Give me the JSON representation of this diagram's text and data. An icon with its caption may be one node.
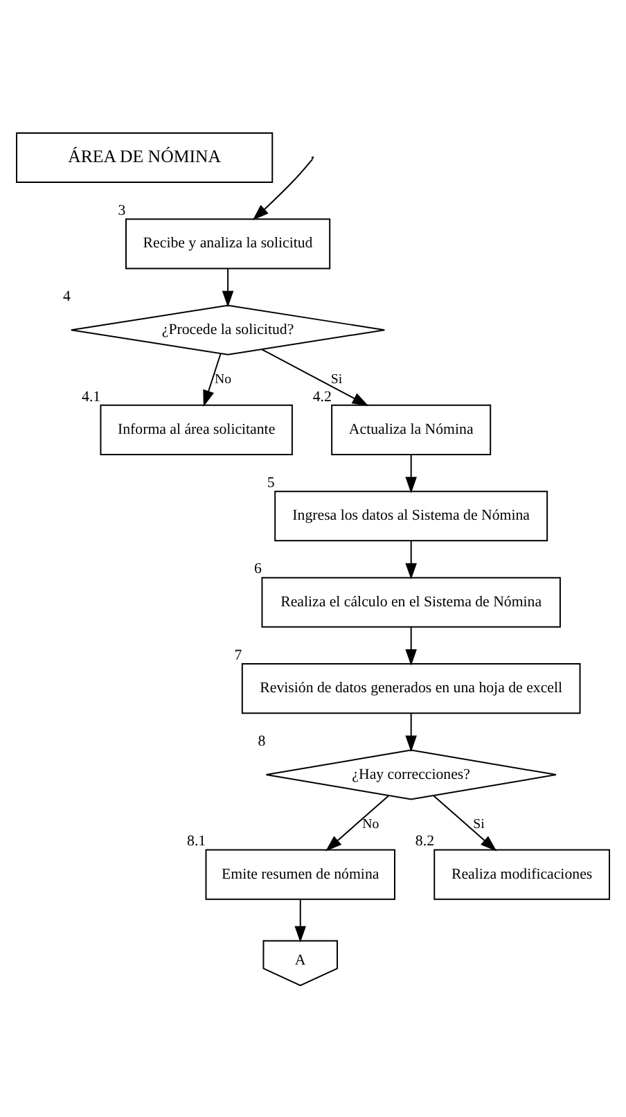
{
  "diagram": {
    "nodes": [
      {
        "text": [
          "ÁREA DE NÓMINA"
        ]
      },
      {
        "text": [
          "Recibe y analiza la solicitud"
        ],
        "beside": [
          "3"
        ]
      },
      {
        "text": [
          "¿Procede la solicitud?"
        ],
        "beside": [
          "4"
        ]
      },
      {
        "text": [
          "Informa al área solicitante"
        ],
        "beside": [
          "4.1"
        ]
      },
      {
        "text": [
          "Actualiza la Nómina"
        ],
        "beside": [
          "4.2"
        ]
      },
      {
        "text": [
          "Ingresa los datos al Sistema de Nómina"
        ],
        "beside": [
          "5"
        ]
      },
      {
        "text": [
          "Realiza el cálculo en el Sistema de Nómina"
        ],
        "beside": [
          "6"
        ]
      },
      {
        "text": [
          "Revisión de datos generados en una hoja de excell"
        ],
        "beside": [
          "7"
        ]
      },
      {
        "text": [
          "¿Hay correcciones?"
        ],
        "beside": [
          "8"
        ]
      },
      {
        "text": [
          "Emite resumen de nómina"
        ],
        "beside": [
          "8.1"
        ]
      },
      {
        "text": [
          "Realiza modificaciones"
        ],
        "beside": [
          "8.2"
        ]
      },
      {
        "text": [
          "A"
        ]
      }
    ],
    "edges": [
      {
        "from": null,
        "to": 1,
        "arrow": "to"
      },
      {
        "from": 1,
        "to": 2,
        "arrow": "to"
      },
      {
        "from": 2,
        "to": 3,
        "arrow": "to",
        "label": "No"
      },
      {
        "from": 2,
        "to": 4,
        "arrow": "to",
        "label": "Si"
      },
      {
        "from": 4,
        "to": 5,
        "arrow": "to"
      },
      {
        "from": 5,
        "to": 6,
        "arrow": "to"
      },
      {
        "from": 6,
        "to": 7,
        "arrow": "to"
      },
      {
        "from": 7,
        "to": 8,
        "arrow": "to"
      },
      {
        "from": 8,
        "to": 9,
        "arrow": "to",
        "label": "No"
      },
      {
        "from": 8,
        "to": 10,
        "arrow": "to",
        "label": "Si"
      },
      {
        "from": 9,
        "to": 11,
        "arrow": "to"
      }
    ]
  }
}
